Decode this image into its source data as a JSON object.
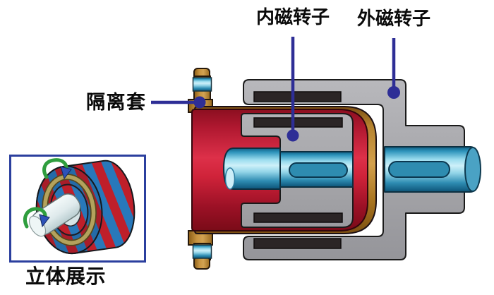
{
  "labels": {
    "inner_rotor": "内磁转子",
    "outer_rotor": "外磁转子",
    "isolation_sleeve": "隔离套",
    "stereo_view": "立体展示"
  },
  "icons": {
    "top_rotation": "circular-rotation-arrow",
    "left_rotation": "circular-rotation-arrow"
  },
  "colors": {
    "leader_line": "#2e2e96",
    "box_border": "#2b3f9e",
    "housing_gray": "#a7a7ab",
    "magnet_black": "#2b2526",
    "sleeve_red": "#d0233a",
    "flange_orange": "#c28739",
    "shaft_blue_light": "#9adcee",
    "shaft_blue_dark": "#0e5f85",
    "stripe_red": "#bf1f2a",
    "stripe_blue": "#2878ba",
    "ring_tan": "#b3a25c",
    "arrow_green": "#2f9e3e",
    "arrow_blue": "#2d52b8",
    "text_black": "#0a0a0a"
  }
}
